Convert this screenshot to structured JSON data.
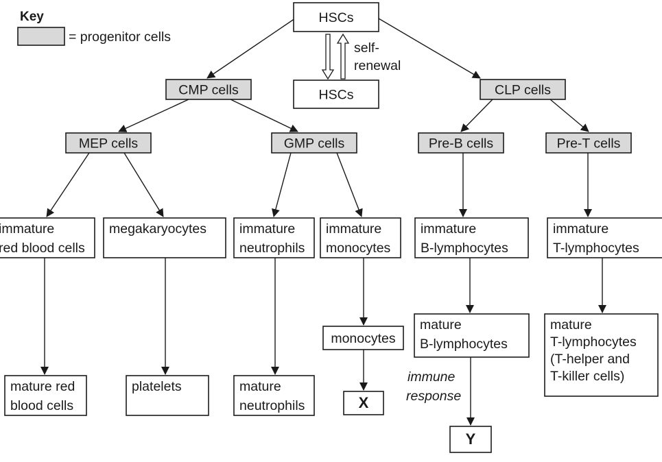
{
  "colors": {
    "progenitor_fill": "#d9d9d9",
    "box_fill": "#ffffff",
    "line": "#1a1a1a"
  },
  "key": {
    "title": "Key",
    "label": "= progenitor cells"
  },
  "nodes": {
    "hsc_top": {
      "lines": [
        "HSCs"
      ],
      "progenitor": false
    },
    "hsc_renew": {
      "lines": [
        "HSCs"
      ],
      "progenitor": false
    },
    "cmp": {
      "lines": [
        "CMP cells"
      ],
      "progenitor": true
    },
    "clp": {
      "lines": [
        "CLP cells"
      ],
      "progenitor": true
    },
    "mep": {
      "lines": [
        "MEP cells"
      ],
      "progenitor": true
    },
    "gmp": {
      "lines": [
        "GMP cells"
      ],
      "progenitor": true
    },
    "preb": {
      "lines": [
        "Pre-B cells"
      ],
      "progenitor": true
    },
    "pret": {
      "lines": [
        "Pre-T cells"
      ],
      "progenitor": true
    },
    "imm_rbc": {
      "lines": [
        "immature",
        "red blood cells"
      ],
      "progenitor": false
    },
    "megakaryocytes": {
      "lines": [
        "megakaryocytes"
      ],
      "progenitor": false
    },
    "imm_neut": {
      "lines": [
        "immature",
        "neutrophils"
      ],
      "progenitor": false
    },
    "imm_mono": {
      "lines": [
        "immature",
        "monocytes"
      ],
      "progenitor": false
    },
    "imm_b": {
      "lines": [
        "immature",
        "B-lymphocytes"
      ],
      "progenitor": false
    },
    "imm_t": {
      "lines": [
        "immature",
        "T-lymphocytes"
      ],
      "progenitor": false
    },
    "mature_rbc": {
      "lines": [
        "mature red",
        "blood cells"
      ],
      "progenitor": false
    },
    "platelets": {
      "lines": [
        "platelets"
      ],
      "progenitor": false
    },
    "mature_neut": {
      "lines": [
        "mature",
        "neutrophils"
      ],
      "progenitor": false
    },
    "monocytes": {
      "lines": [
        "monocytes"
      ],
      "progenitor": false
    },
    "x": {
      "lines": [
        "X"
      ],
      "progenitor": false
    },
    "mature_b": {
      "lines": [
        "mature",
        "B-lymphocytes"
      ],
      "progenitor": false
    },
    "y": {
      "lines": [
        "Y"
      ],
      "progenitor": false
    },
    "mature_t": {
      "lines": [
        "mature",
        "T-lymphocytes",
        "(T-helper and",
        "T-killer cells)"
      ],
      "progenitor": false
    }
  },
  "edges": [
    {
      "from": "hsc_top",
      "to": "cmp"
    },
    {
      "from": "hsc_top",
      "to": "clp"
    },
    {
      "from": "cmp",
      "to": "mep"
    },
    {
      "from": "cmp",
      "to": "gmp"
    },
    {
      "from": "clp",
      "to": "preb"
    },
    {
      "from": "clp",
      "to": "pret"
    },
    {
      "from": "mep",
      "to": "imm_rbc"
    },
    {
      "from": "mep",
      "to": "megakaryocytes"
    },
    {
      "from": "gmp",
      "to": "imm_neut"
    },
    {
      "from": "gmp",
      "to": "imm_mono"
    },
    {
      "from": "preb",
      "to": "imm_b"
    },
    {
      "from": "pret",
      "to": "imm_t"
    },
    {
      "from": "imm_rbc",
      "to": "mature_rbc"
    },
    {
      "from": "megakaryocytes",
      "to": "platelets"
    },
    {
      "from": "imm_neut",
      "to": "mature_neut"
    },
    {
      "from": "imm_mono",
      "to": "monocytes"
    },
    {
      "from": "monocytes",
      "to": "x"
    },
    {
      "from": "imm_b",
      "to": "mature_b"
    },
    {
      "from": "mature_b",
      "to": "y"
    },
    {
      "from": "imm_t",
      "to": "mature_t"
    }
  ],
  "self_renewal": {
    "lines": [
      "self-",
      "renewal"
    ]
  },
  "immune_response": {
    "lines": [
      "immune",
      "response"
    ]
  }
}
